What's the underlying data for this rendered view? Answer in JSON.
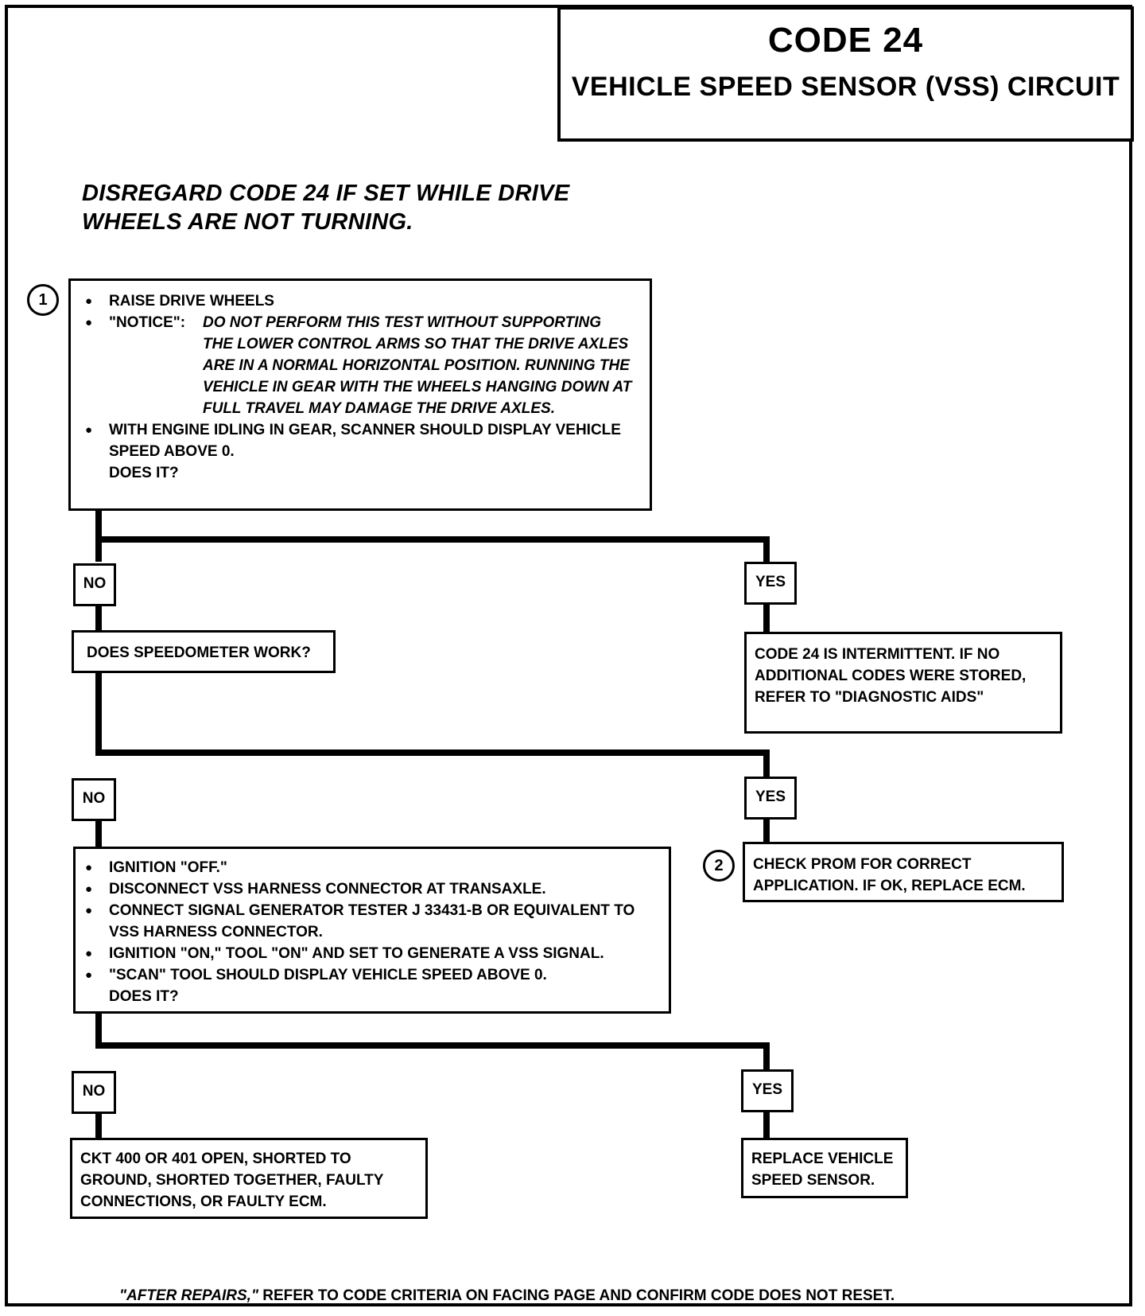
{
  "header": {
    "code": "CODE 24",
    "subtitle": "VEHICLE SPEED SENSOR (VSS) CIRCUIT"
  },
  "disregard": {
    "line1": "DISREGARD CODE 24 IF SET WHILE DRIVE",
    "line2": "WHEELS ARE NOT TURNING."
  },
  "step1": {
    "number": "1",
    "item1": "RAISE DRIVE WHEELS",
    "notice_label": "\"NOTICE\":",
    "notice_text": "DO NOT PERFORM THIS TEST WITHOUT SUPPORTING THE LOWER CONTROL ARMS SO THAT THE DRIVE AXLES ARE IN A NORMAL HORIZONTAL POSITION. RUNNING THE VEHICLE IN GEAR WITH THE WHEELS HANGING DOWN AT FULL TRAVEL MAY DAMAGE THE DRIVE AXLES.",
    "item3": "WITH ENGINE IDLING IN GEAR, SCANNER SHOULD DISPLAY VEHICLE SPEED ABOVE 0.",
    "question": "DOES IT?"
  },
  "branch1": {
    "no": "NO",
    "yes": "YES"
  },
  "speedometer_question": "DOES SPEEDOMETER WORK?",
  "intermittent": "CODE 24 IS INTERMITTENT. IF NO ADDITIONAL CODES WERE STORED, REFER TO \"DIAGNOSTIC AIDS\"",
  "branch2": {
    "no": "NO",
    "yes": "YES"
  },
  "step2": {
    "number": "2",
    "text": "CHECK PROM FOR CORRECT APPLICATION. IF OK, REPLACE ECM."
  },
  "vss_test": {
    "item1": "IGNITION \"OFF.\"",
    "item2": "DISCONNECT VSS HARNESS CONNECTOR AT TRANSAXLE.",
    "item3": "CONNECT SIGNAL GENERATOR TESTER J 33431-B OR EQUIVALENT TO VSS HARNESS CONNECTOR.",
    "item4": "IGNITION \"ON,\" TOOL \"ON\" AND SET TO GENERATE A VSS SIGNAL.",
    "item5": "\"SCAN\" TOOL SHOULD DISPLAY VEHICLE SPEED ABOVE 0.",
    "question": "DOES IT?"
  },
  "branch3": {
    "no": "NO",
    "yes": "YES"
  },
  "ckt_result": "CKT 400 OR 401 OPEN, SHORTED TO GROUND, SHORTED TOGETHER, FAULTY CONNECTIONS, OR FAULTY ECM.",
  "replace_result": "REPLACE VEHICLE SPEED SENSOR.",
  "footer": {
    "after_repairs": "\"AFTER REPAIRS,\"",
    "rest": " REFER TO CODE CRITERIA ON FACING PAGE AND CONFIRM CODE DOES NOT RESET."
  }
}
